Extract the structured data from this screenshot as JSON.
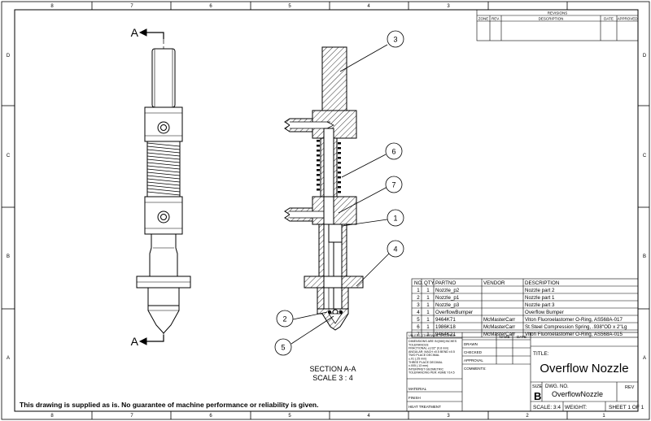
{
  "frame": {
    "col_labels": [
      "8",
      "7",
      "6",
      "5",
      "4",
      "3",
      "2",
      "1"
    ],
    "row_labels": [
      "D",
      "C",
      "B",
      "A"
    ]
  },
  "revisions": {
    "title": "REVISIONS",
    "headers": [
      "ZONE",
      "REV.",
      "DESCRIPTION",
      "DATE",
      "APPROVED"
    ]
  },
  "section_marker": "A",
  "balloons": [
    "3",
    "6",
    "7",
    "1",
    "4",
    "2",
    "5"
  ],
  "section_caption": {
    "line1": "SECTION A-A",
    "line2": "SCALE 3 : 4"
  },
  "bom": {
    "headers": [
      "NO.",
      "QTY.",
      "PARTNO",
      "VENDOR",
      "DESCRIPTION"
    ],
    "rows": [
      [
        "1",
        "1",
        "Nozzle_p2",
        "",
        "Nozzle part 2"
      ],
      [
        "2",
        "1",
        "Nozzle_p1",
        "",
        "Nozzle part 1"
      ],
      [
        "3",
        "1",
        "Nozzle_p3",
        "",
        "Nozzle part 3"
      ],
      [
        "4",
        "1",
        "OverflowBumper",
        "",
        "Overflow Bumper"
      ],
      [
        "5",
        "1",
        "9464K71",
        "McMasterCarr",
        "Viton Fluoroelastomer O-Ring, AS568A-017"
      ],
      [
        "6",
        "1",
        "1986K18",
        "McMasterCarr",
        "St.Steel Compression Spring, .938\"OD x 2\"Lg"
      ],
      [
        "7",
        "1",
        "9464K21",
        "McMasterCarr",
        "Viton Fluoroelastomer O-Ring, AS568A-015"
      ]
    ]
  },
  "title_block": {
    "unless_lines": [
      "UNLESS OTHERWISE SPECIFIED:",
      "DIMENSIONS ARE IN [MM] INCHES",
      "TOLERANCES:",
      "FRACTIONAL ±1/32\" (0.8 mm)",
      "ANGULAR: MACH ±0.5  BEND ±0.5",
      "TWO PLACE DECIMAL",
      "±.01 (.25 mm)",
      "THREE PLACE DECIMAL",
      "±.005 (.13 mm)",
      "INTERPRET GEOMETRIC",
      "TOLERANCING PER: ASME Y14.5"
    ],
    "material": "MATERIAL",
    "finish": "FINISH",
    "heat": "HEAT TREATMENT",
    "name_hdr": "NAME",
    "date_hdr": "DATE",
    "roles": [
      "DRAWN",
      "CHECKED",
      "APPROVAL"
    ],
    "comments": "COMMENTS:",
    "title_label": "TITLE:",
    "title": "Overflow Nozzle",
    "size_label": "SIZE",
    "size": "B",
    "dwg_label": "DWG.  NO.",
    "dwg_no": "OverflowNozzle",
    "rev_label": "REV",
    "scale": "SCALE: 3:4",
    "weight": "WEIGHT:",
    "sheet": "SHEET 1 OF 1"
  },
  "disclaimer": "This drawing is supplied as is. No guarantee of machine performance or reliability is given."
}
